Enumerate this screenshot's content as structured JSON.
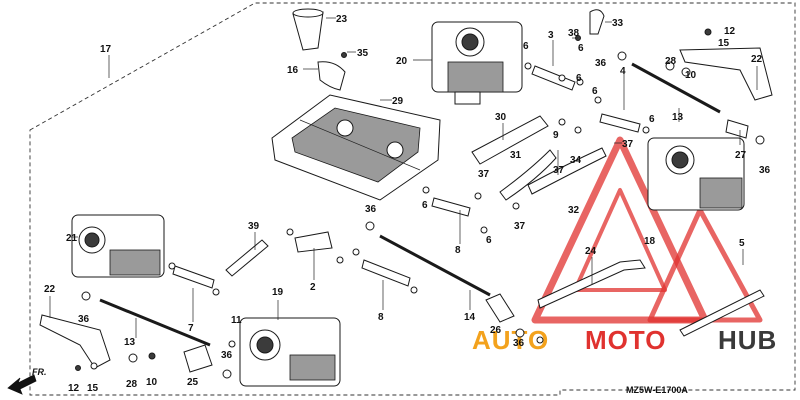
{
  "diagram_code": "MZ5W-E1700A",
  "direction_label": "FR.",
  "watermark": {
    "auto": "AUTO",
    "moto": "MOTO",
    "hub": "HUB"
  },
  "callouts": {
    "n2": "2",
    "n3": "3",
    "n4": "4",
    "n5": "5",
    "n6a": "6",
    "n6b": "6",
    "n6c": "6",
    "n6d": "6",
    "n6e": "6",
    "n6f": "6",
    "n6g": "6",
    "n6h": "6",
    "n7": "7",
    "n8a": "8",
    "n8b": "8",
    "n9": "9",
    "n10a": "10",
    "n10b": "10",
    "n11": "11",
    "n12a": "12",
    "n12b": "12",
    "n13a": "13",
    "n13b": "13",
    "n14": "14",
    "n15a": "15",
    "n15b": "15",
    "n16": "16",
    "n17": "17",
    "n18": "18",
    "n19": "19",
    "n20": "20",
    "n21": "21",
    "n22a": "22",
    "n22b": "22",
    "n23": "23",
    "n24": "24",
    "n25": "25",
    "n26": "26",
    "n27": "27",
    "n28a": "28",
    "n28b": "28",
    "n29": "29",
    "n30": "30",
    "n31": "31",
    "n32": "32",
    "n33": "33",
    "n34": "34",
    "n35": "35",
    "n36a": "36",
    "n36b": "36",
    "n36c": "36",
    "n36d": "36",
    "n36e": "36",
    "n36f": "36",
    "n37a": "37",
    "n37b": "37",
    "n37c": "37",
    "n37d": "37",
    "n38": "38",
    "n39": "39"
  }
}
